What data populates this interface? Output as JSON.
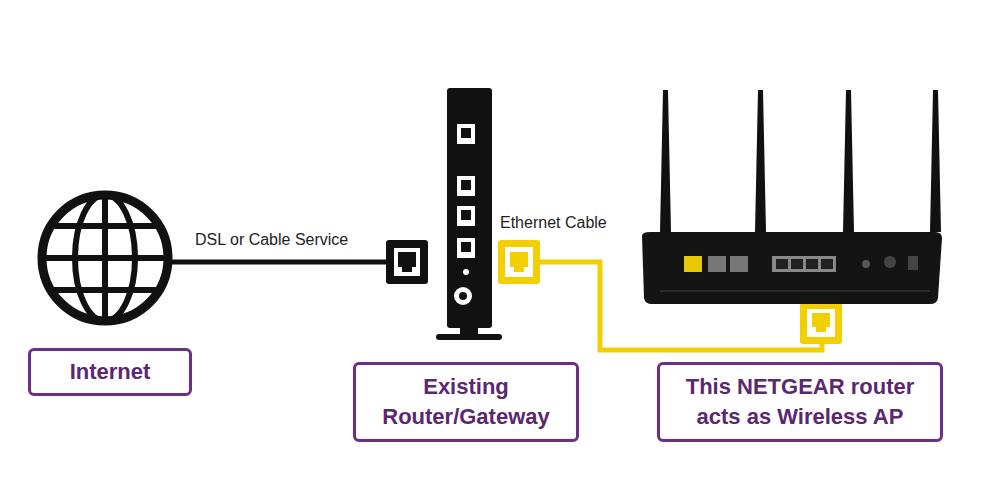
{
  "diagram": {
    "nodes": [
      {
        "text": [
          "Internet"
        ]
      },
      {
        "text": [
          "Existing Router/Gateway"
        ]
      },
      {
        "text": [
          "This NETGEAR router acts as Wireless AP"
        ]
      }
    ],
    "labels": [
      "DSL or Cable Service",
      "Ethernet Cable"
    ]
  }
}
